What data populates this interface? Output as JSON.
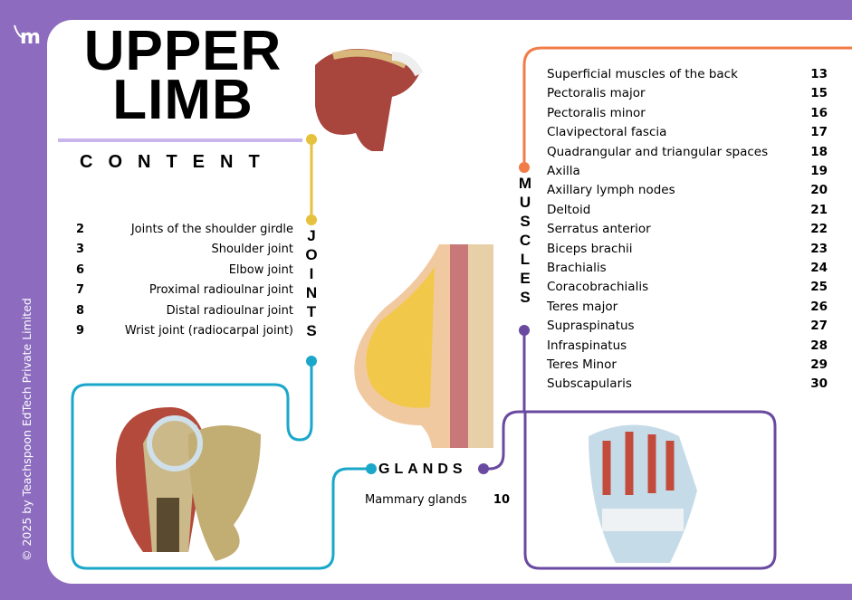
{
  "title_line1": "UPPER",
  "title_line2": "LIMB",
  "subtitle": "CONTENT",
  "copyright": "© 2025 by Teachspoon EdTech Private Limited",
  "sections": {
    "joints": {
      "label": [
        "J",
        "O",
        "I",
        "N",
        "T",
        "S"
      ],
      "items": [
        {
          "page": "2",
          "title": "Joints of the shoulder girdle"
        },
        {
          "page": "3",
          "title": "Shoulder joint"
        },
        {
          "page": "6",
          "title": "Elbow joint"
        },
        {
          "page": "7",
          "title": "Proximal radioulnar joint"
        },
        {
          "page": "8",
          "title": "Distal radioulnar joint"
        },
        {
          "page": "9",
          "title": "Wrist joint (radiocarpal joint)"
        }
      ]
    },
    "muscles": {
      "label": [
        "M",
        "U",
        "S",
        "C",
        "L",
        "E",
        "S"
      ],
      "items": [
        {
          "title": "Superficial muscles of the back",
          "page": "13"
        },
        {
          "title": "Pectoralis major",
          "page": "15"
        },
        {
          "title": "Pectoralis minor",
          "page": "16"
        },
        {
          "title": "Clavipectoral fascia",
          "page": "17"
        },
        {
          "title": "Quadrangular and triangular spaces",
          "page": "18"
        },
        {
          "title": "Axilla",
          "page": "19"
        },
        {
          "title": "Axillary lymph nodes",
          "page": "20"
        },
        {
          "title": "Deltoid",
          "page": "21"
        },
        {
          "title": "Serratus anterior",
          "page": "22"
        },
        {
          "title": "Biceps brachii",
          "page": "23"
        },
        {
          "title": "Brachialis",
          "page": "24"
        },
        {
          "title": "Coracobrachialis",
          "page": "25"
        },
        {
          "title": "Teres major",
          "page": "26"
        },
        {
          "title": "Supraspinatus",
          "page": "27"
        },
        {
          "title": "Infraspinatus",
          "page": "28"
        },
        {
          "title": "Teres Minor",
          "page": "29"
        },
        {
          "title": "Subscapularis",
          "page": "30"
        }
      ]
    },
    "glands": {
      "label": "GLANDS",
      "items": [
        {
          "title": "Mammary glands",
          "page": "10"
        }
      ]
    }
  },
  "colors": {
    "frame": "#8d6cbf",
    "joints": "#e6c23c",
    "glands": "#1aa7c9",
    "muscles": "#f27c48",
    "purple": "#6a49a0"
  }
}
